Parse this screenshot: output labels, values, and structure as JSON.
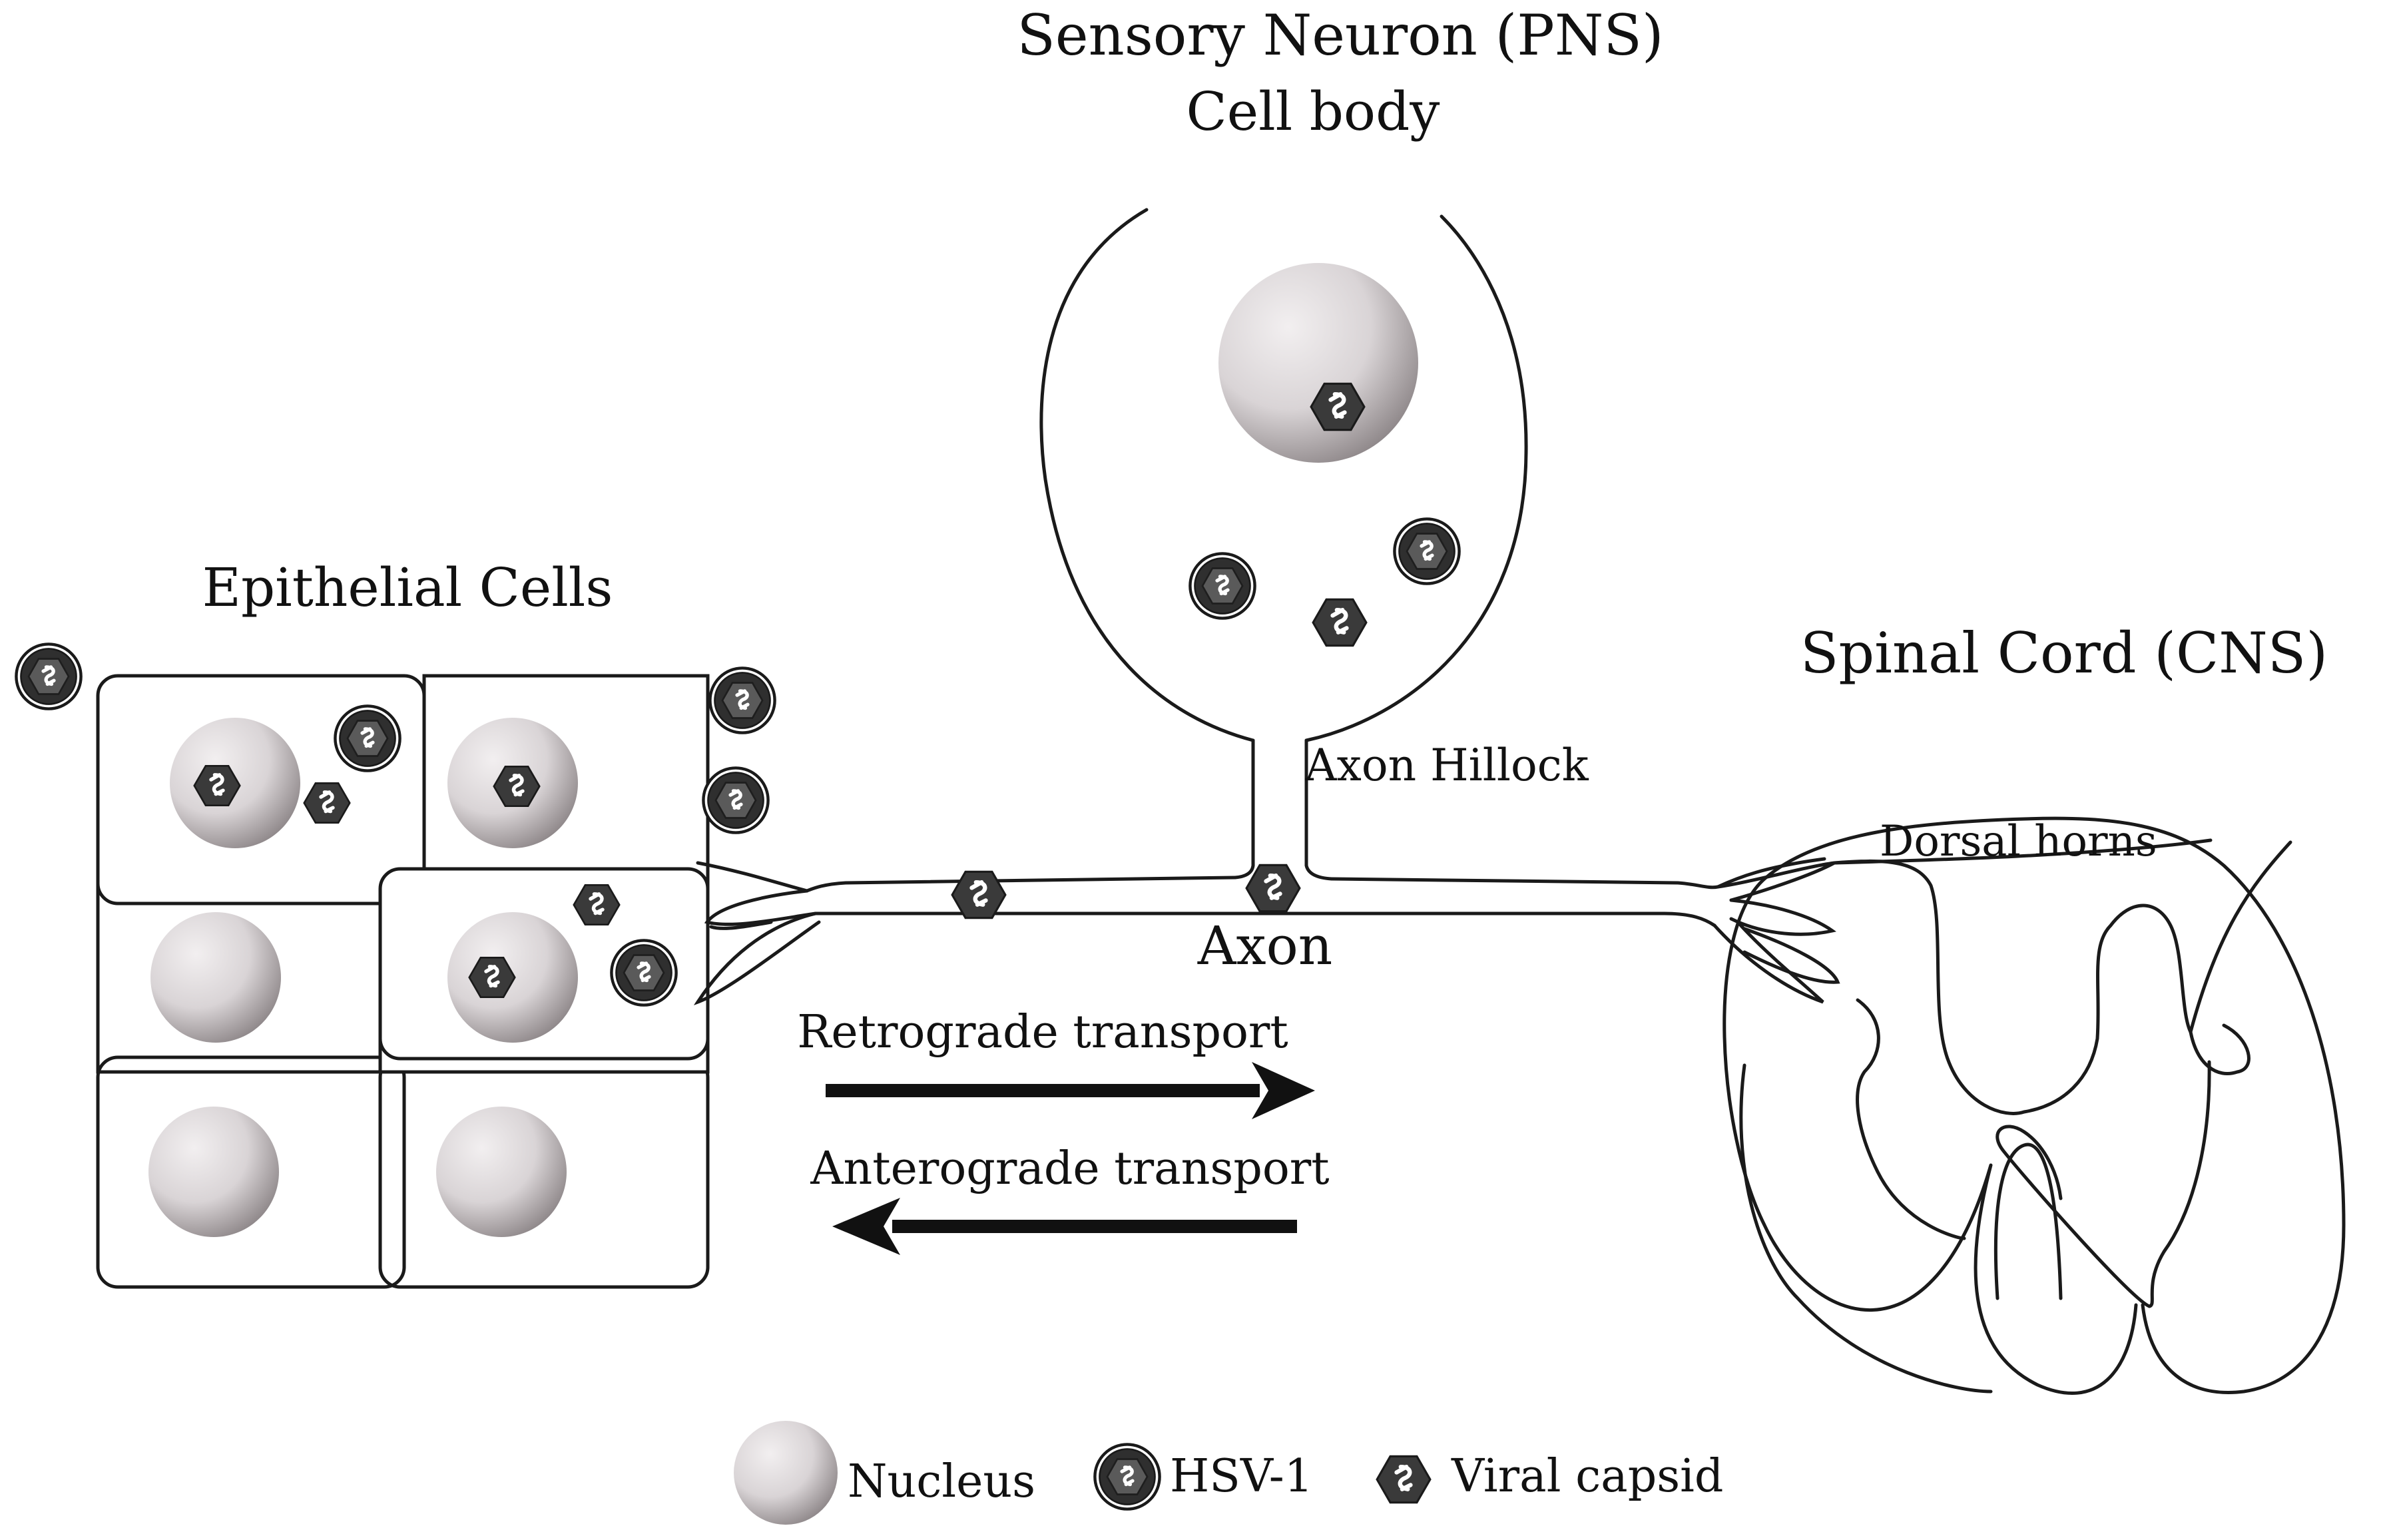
{
  "labels": {
    "sensory_neuron": "Sensory Neuron (PNS)",
    "cell_body": "Cell body",
    "epithelial_cells": "Epithelial Cells",
    "spinal_cord": "Spinal Cord (CNS)",
    "axon_hillock": "Axon Hillock",
    "dorsal_horns": "Dorsal horns",
    "axon": "Axon",
    "retrograde": "Retrograde transport",
    "anterograde": "Anterograde transport"
  },
  "legend": {
    "nucleus": "Nucleus",
    "hsv1": "HSV-1",
    "capsid": "Viral capsid"
  },
  "colors": {
    "line": "#1a1a1a",
    "virus_fill": "#3a3a3a",
    "nucleus_light": "#efeced",
    "nucleus_dark": "#8c8587"
  },
  "icons": {
    "virion": "hsv1-virion-icon",
    "capsid": "viral-capsid-icon",
    "nucleus": "nucleus-icon"
  }
}
